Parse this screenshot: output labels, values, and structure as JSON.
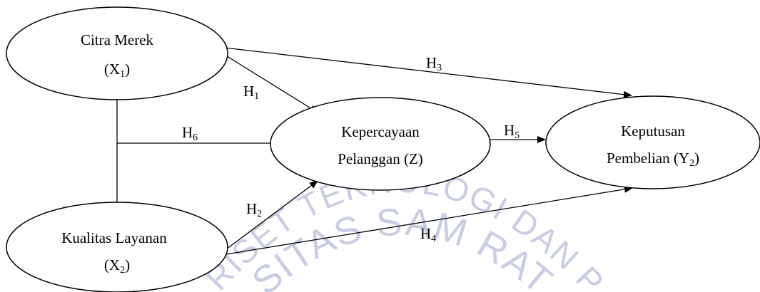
{
  "nodes": {
    "citra_merek": {
      "line1": "Citra Merek",
      "line2_main": "(X",
      "line2_sub": "1",
      "line2_end": ")"
    },
    "kualitas_layanan": {
      "line1": "Kualitas Layanan",
      "line2_main": "(X",
      "line2_sub": "2",
      "line2_end": ")"
    },
    "kepercayaan": {
      "line1": "Kepercayaan",
      "line2": "Pelanggan (Z)"
    },
    "keputusan": {
      "line1": "Keputusan",
      "line2_main": "Pembelian (Y",
      "line2_sub": "2",
      "line2_end": ")"
    }
  },
  "hypotheses": {
    "h1": {
      "main": "H",
      "sub": "1"
    },
    "h2": {
      "main": "H",
      "sub": "2"
    },
    "h3": {
      "main": "H",
      "sub": "3"
    },
    "h4": {
      "main": "H",
      "sub": "4"
    },
    "h5": {
      "main": "H",
      "sub": "5"
    },
    "h6": {
      "main": "H",
      "sub": "6"
    }
  },
  "watermark": {
    "arc1": "RISET TEKNOLOGI DAN PENDIDIKAN",
    "arc2": "SITAS SAM RATU"
  },
  "colors": {
    "stroke": "#000000",
    "watermark": "#c9cde3"
  }
}
